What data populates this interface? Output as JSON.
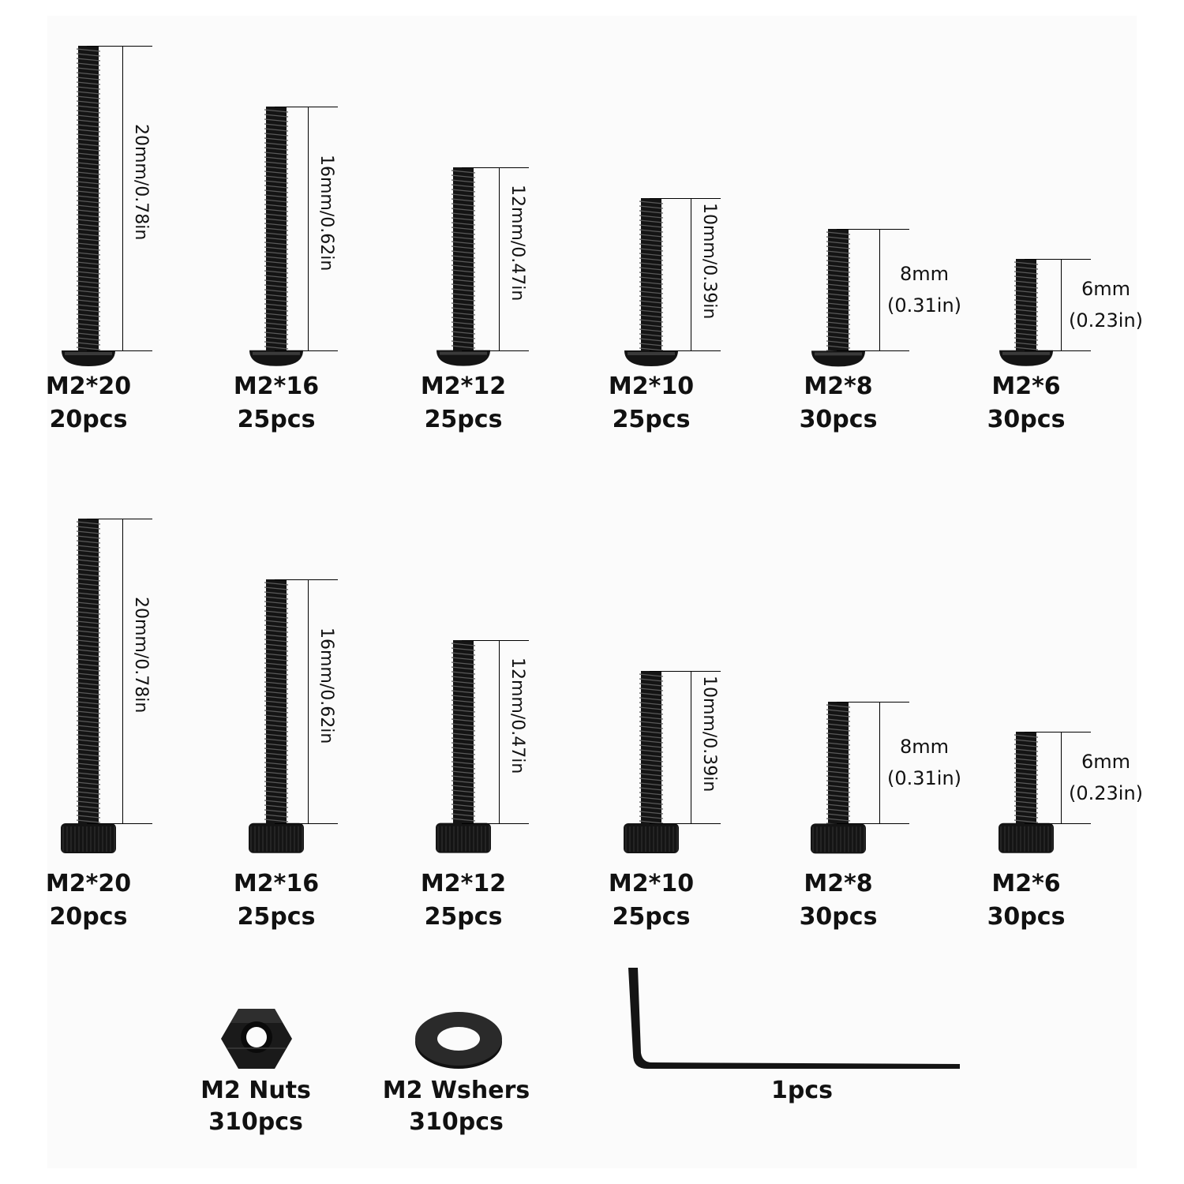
{
  "rows": [
    {
      "head_style": "button",
      "items": [
        {
          "name": "M2*20",
          "qty": "20pcs",
          "dim_label": "20mm/0.78in",
          "dim_lines": [],
          "length_mm": 20
        },
        {
          "name": "M2*16",
          "qty": "25pcs",
          "dim_label": "16mm/0.62in",
          "dim_lines": [],
          "length_mm": 16
        },
        {
          "name": "M2*12",
          "qty": "25pcs",
          "dim_label": "12mm/0.47in",
          "dim_lines": [],
          "length_mm": 12
        },
        {
          "name": "M2*10",
          "qty": "25pcs",
          "dim_label": "10mm/0.39in",
          "dim_lines": [],
          "length_mm": 10
        },
        {
          "name": "M2*8",
          "qty": "30pcs",
          "dim_label": "",
          "dim_lines": [
            "8mm",
            "(0.31in)"
          ],
          "length_mm": 8
        },
        {
          "name": "M2*6",
          "qty": "30pcs",
          "dim_label": "",
          "dim_lines": [
            "6mm",
            "(0.23in)"
          ],
          "length_mm": 6
        }
      ]
    },
    {
      "head_style": "socket",
      "items": [
        {
          "name": "M2*20",
          "qty": "20pcs",
          "dim_label": "20mm/0.78in",
          "dim_lines": [],
          "length_mm": 20
        },
        {
          "name": "M2*16",
          "qty": "25pcs",
          "dim_label": "16mm/0.62in",
          "dim_lines": [],
          "length_mm": 16
        },
        {
          "name": "M2*12",
          "qty": "25pcs",
          "dim_label": "12mm/0.47in",
          "dim_lines": [],
          "length_mm": 12
        },
        {
          "name": "M2*10",
          "qty": "25pcs",
          "dim_label": "10mm/0.39in",
          "dim_lines": [],
          "length_mm": 10
        },
        {
          "name": "M2*8",
          "qty": "30pcs",
          "dim_label": "",
          "dim_lines": [
            "8mm",
            "(0.31in)"
          ],
          "length_mm": 8
        },
        {
          "name": "M2*6",
          "qty": "30pcs",
          "dim_label": "",
          "dim_lines": [
            "6mm",
            "(0.23in)"
          ],
          "length_mm": 6
        }
      ]
    }
  ],
  "accessories": {
    "nut": {
      "name": "M2 Nuts",
      "qty": "310pcs",
      "icon": "hex-nut-icon"
    },
    "washer": {
      "name": "M2 Wshers",
      "qty": "310pcs",
      "icon": "washer-icon"
    },
    "wrench": {
      "name": "",
      "qty": "1pcs",
      "icon": "hex-key-icon"
    }
  },
  "colors": {
    "metal": "#141414",
    "line": "#000000",
    "text": "#111111",
    "background": "#fbfbfb"
  }
}
